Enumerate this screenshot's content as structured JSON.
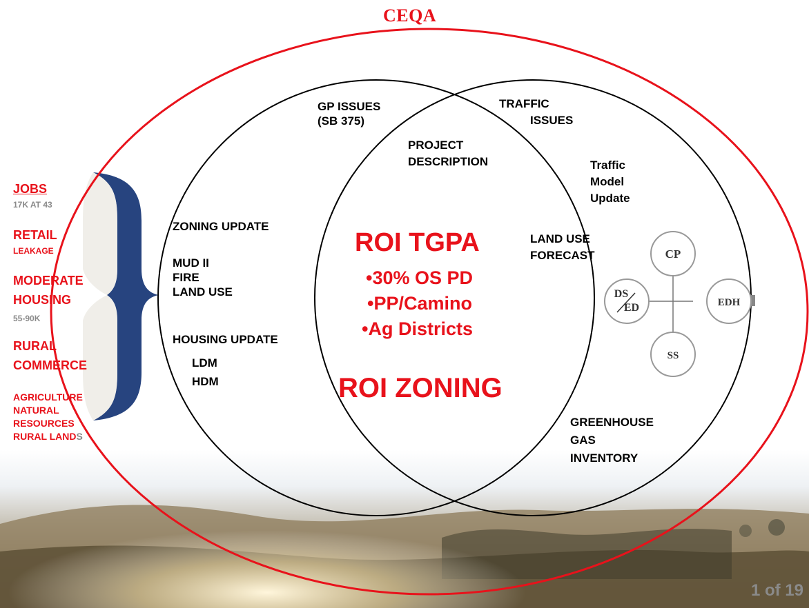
{
  "title": "CEQA",
  "left_circle": {
    "gp_issues": [
      "GP ISSUES",
      "(SB 375)"
    ],
    "zoning_update": "ZONING UPDATE",
    "mud_block": [
      "MUD II",
      "FIRE",
      "LAND USE"
    ],
    "housing_update": "HOUSING UPDATE",
    "housing_items": [
      "LDM",
      "HDM"
    ]
  },
  "right_circle": {
    "traffic_issues": [
      "TRAFFIC",
      "ISSUES"
    ],
    "traffic_model": [
      "Traffic",
      "Model",
      "Update"
    ],
    "land_use_forecast": [
      "LAND USE",
      "FORECAST"
    ],
    "greenhouse": [
      "GREENHOUSE",
      "GAS",
      "INVENTORY"
    ]
  },
  "overlap": {
    "project_description": [
      "PROJECT",
      "DESCRIPTION"
    ],
    "roi_tgpa": "ROI TGPA",
    "bullets": [
      "•30% OS PD",
      "•PP/Camino",
      "•Ag Districts"
    ],
    "roi_zoning": "ROI ZONING"
  },
  "sidebar": {
    "jobs": "JOBS",
    "jobs_sub": "17K AT 43",
    "retail": "RETAIL",
    "retail_sub": "LEAKAGE",
    "moderate": "MODERATE",
    "housing": "HOUSING",
    "housing_sub": "55-90K",
    "rural": "RURAL",
    "commerce": "COMMERCE",
    "lands_list": [
      "AGRICULTURE",
      "NATURAL",
      "RESOURCES"
    ],
    "rural_lands_main": "RURAL LAND",
    "rural_lands_tail": "S"
  },
  "network": {
    "nodes": [
      "CP",
      "EDH",
      "SS"
    ],
    "ds_top": "DS",
    "ds_bottom": "ED"
  },
  "page_indicator": "1 of 19",
  "colors": {
    "red": "#e8121b",
    "brace": "#27447f",
    "gray": "#8a8a8a"
  }
}
